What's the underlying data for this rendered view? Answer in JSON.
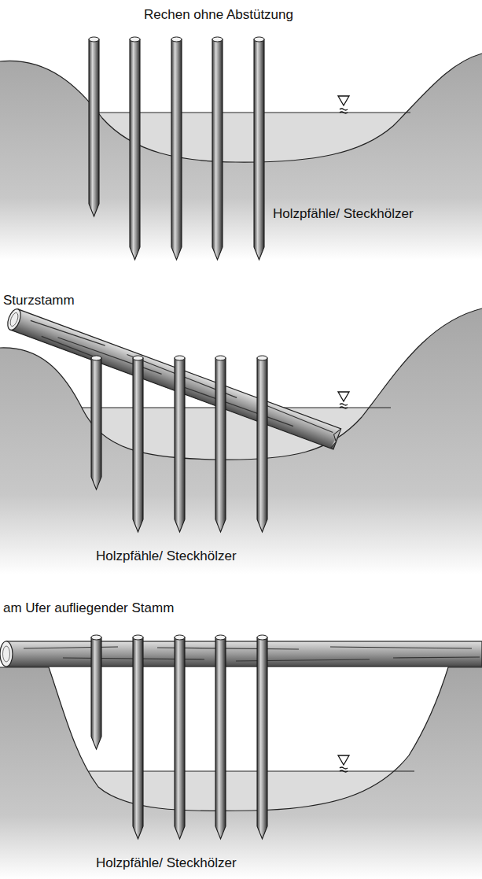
{
  "diagram": {
    "labels": [
      "Rechen ohne Abstützung",
      "Holzpfähle/ Steckhölzer",
      "Sturzstamm",
      "Holzpfähle/ Steckhölzer",
      "am Ufer aufliegender Stamm",
      "Holzpfähle/ Steckhölzer"
    ]
  }
}
